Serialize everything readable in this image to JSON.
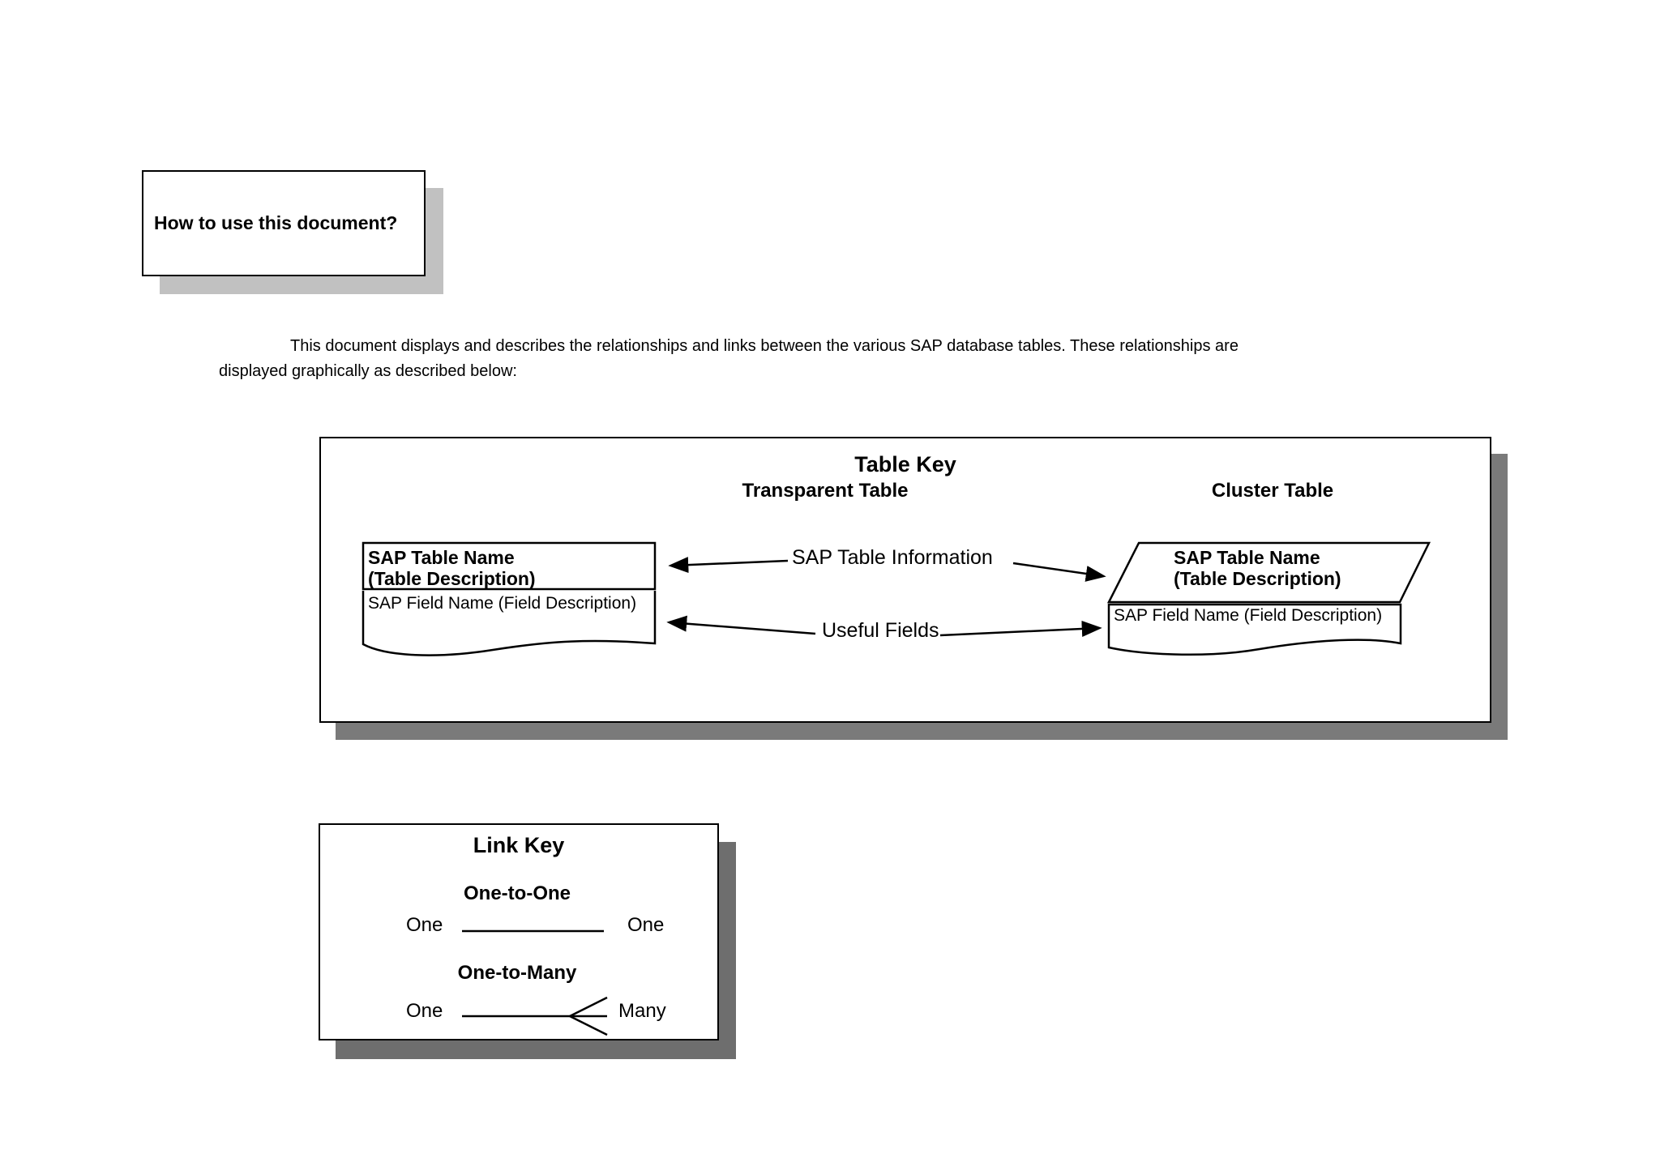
{
  "page_title_box": {
    "label": "How to use this document?"
  },
  "intro": {
    "lines": [
      "This document displays and describes the relationships and links between the various SAP database tables. These relationships are",
      "displayed graphically as described below:"
    ]
  },
  "table_key": {
    "title": "Table Key",
    "transparent_heading": "Transparent Table",
    "cluster_heading": "Cluster Table",
    "transparent_table": {
      "name": "SAP Table Name",
      "description": "(Table Description)",
      "field": "SAP Field Name (Field Description)"
    },
    "cluster_table": {
      "name": "SAP Table Name",
      "description": "(Table Description)",
      "field": "SAP Field Name (Field Description)"
    },
    "arrow_labels": {
      "table_information": "SAP Table Information",
      "useful_fields": "Useful Fields"
    }
  },
  "link_key": {
    "title": "Link Key",
    "one_to_one": {
      "heading": "One-to-One",
      "left_label": "One",
      "right_label": "One"
    },
    "one_to_many": {
      "heading": "One-to-Many",
      "left_label": "One",
      "right_label": "Many"
    }
  },
  "colors": {
    "ink": "#000000",
    "paper": "#ffffff",
    "shadow_light": "#c1c1c1",
    "shadow_table_key": "#7a7a7a",
    "shadow_link_key": "#6e6e6e"
  }
}
